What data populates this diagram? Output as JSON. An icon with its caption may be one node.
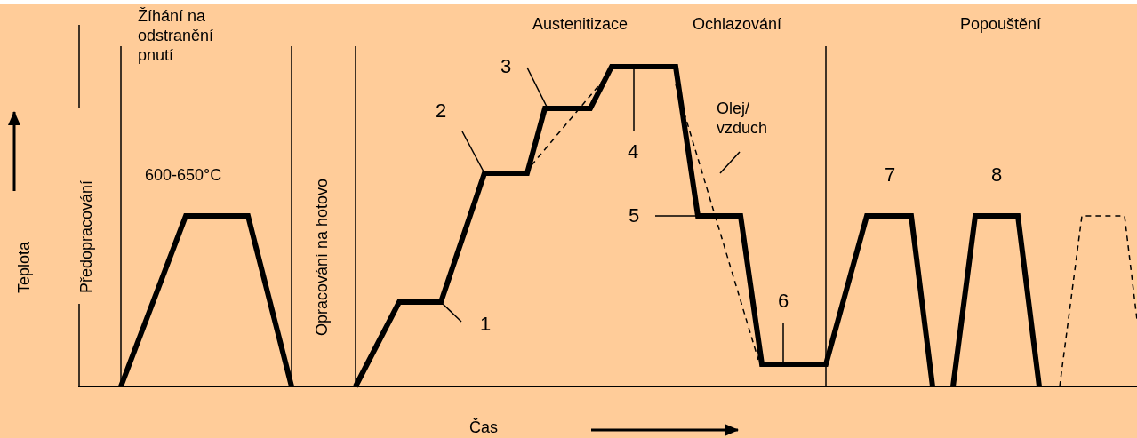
{
  "diagram": {
    "nodes": [
      {
        "text": [
          "1"
        ]
      },
      {
        "text": [
          "2"
        ]
      },
      {
        "text": [
          "3"
        ]
      },
      {
        "text": [
          "4"
        ]
      },
      {
        "text": [
          "5"
        ]
      },
      {
        "text": [
          "6"
        ]
      },
      {
        "text": [
          "Olej/ vzduch"
        ]
      }
    ],
    "edges": [
      {
        "from": 0,
        "to": null,
        "arrow": "none"
      },
      {
        "from": 1,
        "to": null,
        "arrow": "none"
      },
      {
        "from": 2,
        "to": null,
        "arrow": "none"
      },
      {
        "from": 3,
        "to": null,
        "arrow": "none"
      },
      {
        "from": 4,
        "to": null,
        "arrow": "none"
      },
      {
        "from": 5,
        "to": null,
        "arrow": "none"
      },
      {
        "from": 6,
        "to": null,
        "arrow": "none"
      }
    ],
    "labels": [
      "Žíhání na odstranění pnutí",
      "Austenitizace",
      "Ochlazování",
      "Popouštění",
      "Teplota",
      "Předopracování",
      "600-650°C",
      "Opracování na hotovo",
      "7",
      "8",
      "Čas"
    ]
  }
}
